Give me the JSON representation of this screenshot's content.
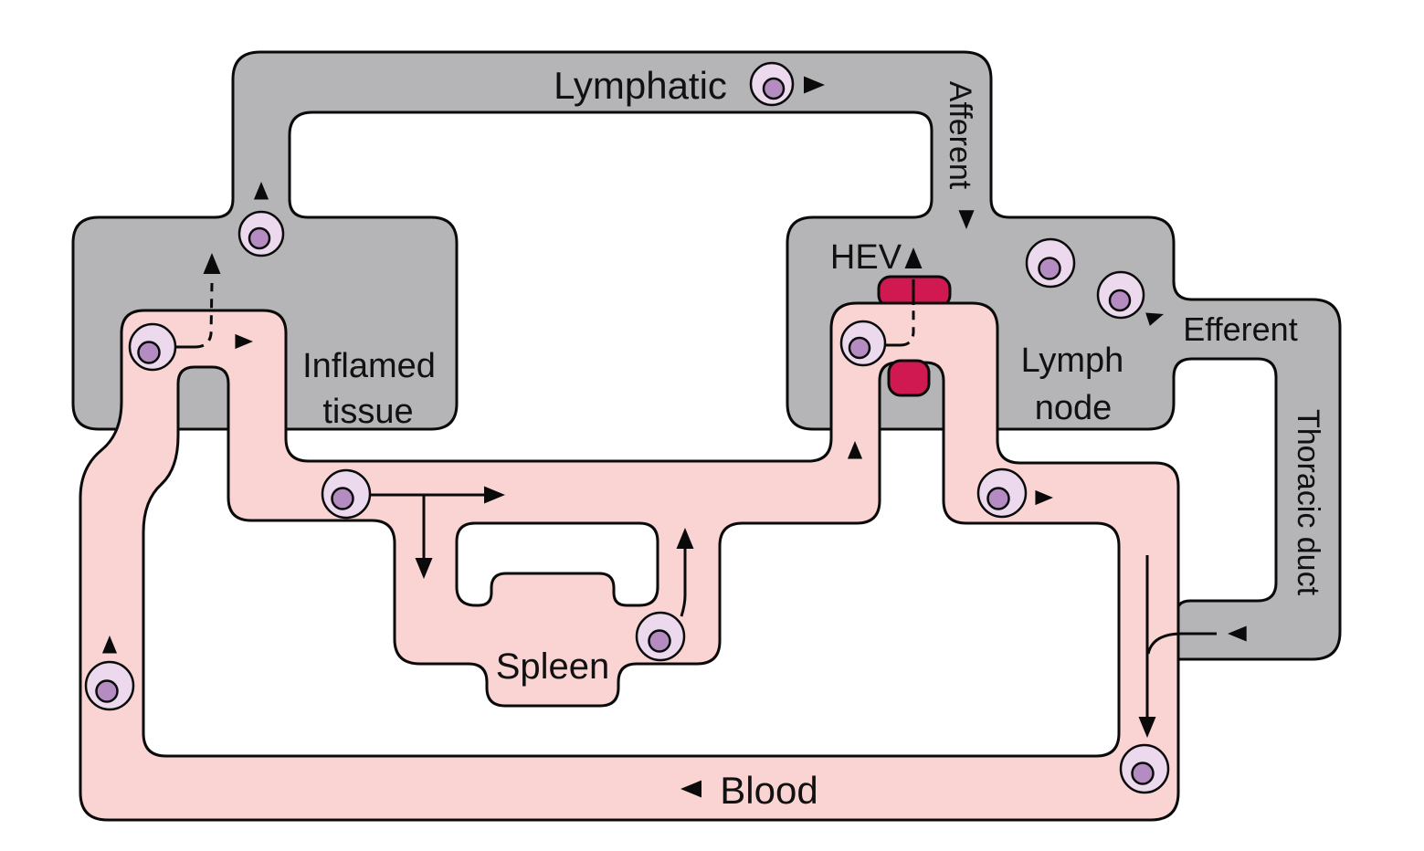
{
  "labels": {
    "lymphatic": "Lymphatic",
    "afferent": "Afferent",
    "hev": "HEV",
    "lymph_node_1": "Lymph",
    "lymph_node_2": "node",
    "efferent": "Efferent",
    "thoracic_duct": "Thoracic duct",
    "inflamed_1": "Inflamed",
    "inflamed_2": "tissue",
    "spleen": "Spleen",
    "blood": "Blood"
  },
  "colors": {
    "lymph_vessel_gray": "#b5b5b7",
    "blood_vessel_pink": "#f9d4d2",
    "hev_crimson": "#d01950",
    "cell_body": "#ecd9ee",
    "cell_nucleus": "#b48cc2",
    "outline_black": "#0a0a0a"
  },
  "icons": {
    "lymphocyte": "circle-with-round-nucleus",
    "flow_arrow": "solid-black-triangle",
    "migration_path": "dashed-black-line"
  }
}
